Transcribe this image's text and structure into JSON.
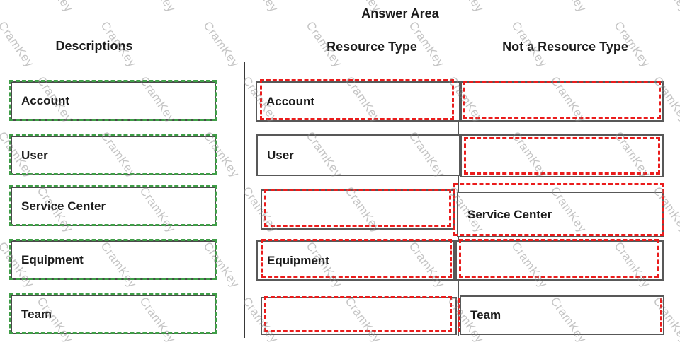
{
  "title": "Answer Area",
  "watermark": {
    "text": "CramKey",
    "color": "rgba(140,140,140,0.5)"
  },
  "colors": {
    "green": "#3f9e47",
    "red": "#ea1c1c",
    "border_dark": "#4a4a4a",
    "border_cell": "#585858"
  },
  "columns": {
    "descriptions": {
      "header": "Descriptions",
      "items": [
        "Account",
        "User",
        "Service Center",
        "Equipment",
        "Team"
      ]
    },
    "resource_type": {
      "header": "Resource Type"
    },
    "not_resource_type": {
      "header": "Not a Resource Type"
    }
  },
  "answer_rows": [
    {
      "resource_type": "Account",
      "not_resource_type": ""
    },
    {
      "resource_type": "User",
      "not_resource_type": ""
    },
    {
      "resource_type": "",
      "not_resource_type": "Service Center"
    },
    {
      "resource_type": "Equipment",
      "not_resource_type": ""
    },
    {
      "resource_type": "",
      "not_resource_type": "Team"
    }
  ]
}
